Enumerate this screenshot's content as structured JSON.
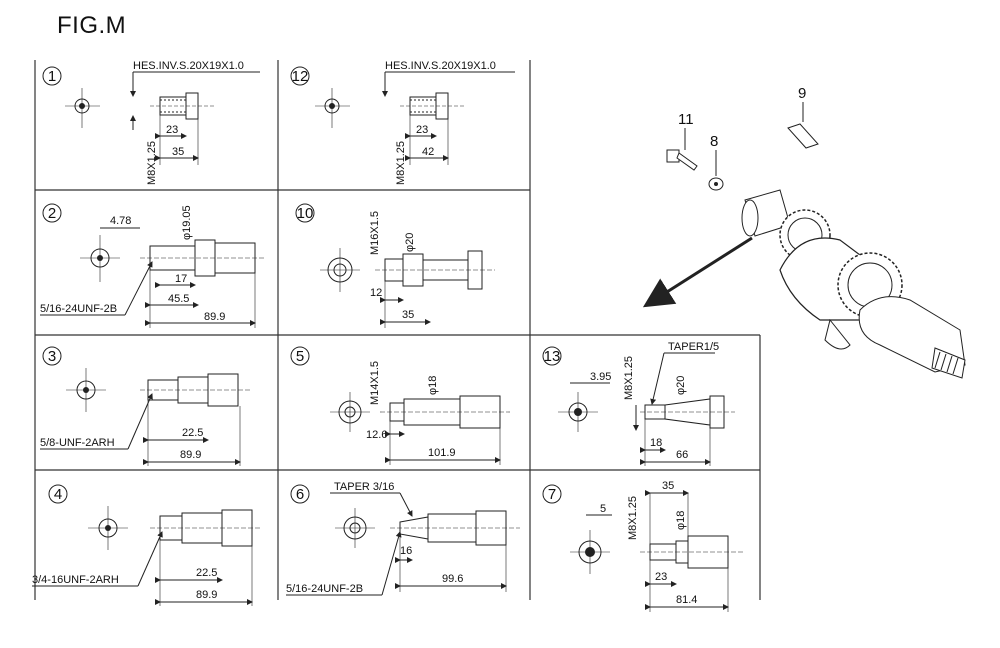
{
  "title": "FIG.M",
  "cells": {
    "c1": {
      "num": "1",
      "note": "HES.INV.S.20X19X1.0",
      "thread": "M8X1.25",
      "d1": "23",
      "d2": "35"
    },
    "c12": {
      "num": "12",
      "note": "HES.INV.S.20X19X1.0",
      "thread": "M8X1.25",
      "d1": "23",
      "d2": "42"
    },
    "c2": {
      "num": "2",
      "a": "4.78",
      "dia": "φ19.05",
      "d1": "17",
      "d2": "45.5",
      "d3": "89.9",
      "thread": "5/16-24UNF-2B"
    },
    "c10": {
      "num": "10",
      "thread": "M16X1.5",
      "dia": "φ20",
      "d1": "12",
      "d2": "35"
    },
    "c3": {
      "num": "3",
      "d1": "22.5",
      "d2": "89.9",
      "thread": "5/8-UNF-2ARH"
    },
    "c5": {
      "num": "5",
      "thread": "M14X1.5",
      "dia": "φ18",
      "d1": "12.6",
      "d2": "101.9"
    },
    "c13": {
      "num": "13",
      "a": "3.95",
      "thread": "M8X1.25",
      "taper": "TAPER1/5",
      "dia": "φ20",
      "d1": "18",
      "d2": "66"
    },
    "c4": {
      "num": "4",
      "d1": "22.5",
      "d2": "89.9",
      "thread": "3/4-16UNF-2ARH"
    },
    "c6": {
      "num": "6",
      "taper": "TAPER 3/16",
      "d1": "16",
      "d2": "99.6",
      "thread": "5/16-24UNF-2B"
    },
    "c7": {
      "num": "7",
      "a": "5",
      "thread": "M8X1.25",
      "d0": "35",
      "dia": "φ18",
      "d1": "23",
      "d2": "81.4"
    }
  },
  "parts": {
    "p9": "9",
    "p11": "11",
    "p8": "8"
  }
}
